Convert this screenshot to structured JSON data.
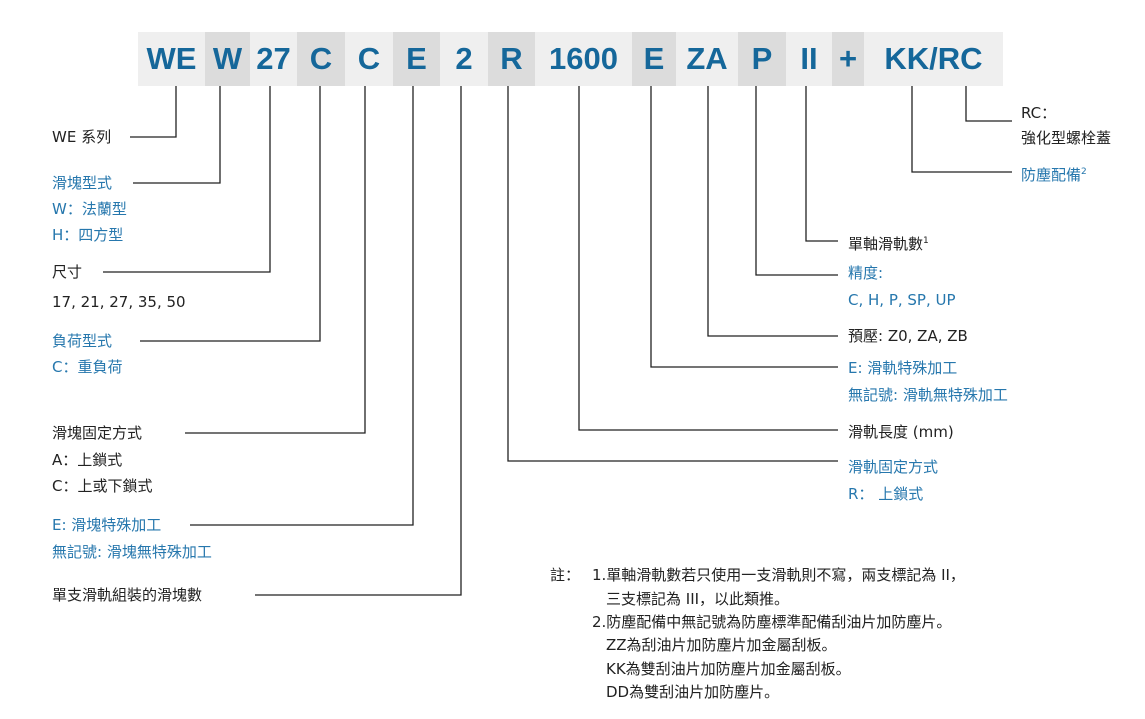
{
  "code_segments": [
    "WE",
    "W",
    "27",
    "C",
    "C",
    "E",
    "2",
    "R",
    "1600",
    "E",
    "ZA",
    "P",
    "II",
    "+",
    "KK/RC"
  ],
  "left": {
    "series": "WE 系列",
    "block_type": "滑塊型式",
    "block_w": "W：法蘭型",
    "block_h": "H：四方型",
    "size": "尺寸",
    "size_values": "17, 21, 27, 35, 50",
    "load_type": "負荷型式",
    "load_c": "C：重負荷",
    "block_fix": "滑塊固定方式",
    "block_fix_a": "A：上鎖式",
    "block_fix_c": "C：上或下鎖式",
    "block_special": "E: 滑塊特殊加工",
    "block_special_none": "無記號: 滑塊無特殊加工",
    "block_count": "單支滑軌組裝的滑塊數"
  },
  "right": {
    "rc": "RC：",
    "rc_desc": "強化型螺栓蓋",
    "dust": "防塵配備",
    "dust_sup": "2",
    "rail_count": "單軸滑軌數",
    "rail_count_sup": "1",
    "precision": "精度:",
    "precision_values": "C, H, P, SP, UP",
    "preload": "預壓: Z0, ZA, ZB",
    "rail_special": "E: 滑軌特殊加工",
    "rail_special_none": "無記號: 滑軌無特殊加工",
    "rail_length": "滑軌長度 (mm)",
    "rail_fix": "滑軌固定方式",
    "rail_fix_r": "R： 上鎖式"
  },
  "notes": {
    "label": "註：",
    "n1a": "1.單軸滑軌數若只使用一支滑軌則不寫，兩支標記為 II，",
    "n1b": "三支標記為 III，以此類推。",
    "n2": "2.防塵配備中無記號為防塵標準配備刮油片加防塵片。",
    "n2zz": "ZZ為刮油片加防塵片加金屬刮板。",
    "n2kk": "KK為雙刮油片加防塵片加金屬刮板。",
    "n2dd": "DD為雙刮油片加防塵片。"
  }
}
